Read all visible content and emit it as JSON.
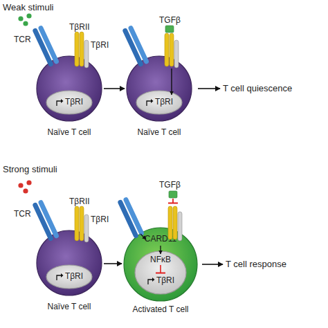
{
  "diagram": {
    "nodes": [
      {
        "text": [
          "Naïve T cell"
        ]
      },
      {
        "text": [
          "TβRI"
        ],
        "in": 0
      },
      {
        "text": [
          "Naïve T cell"
        ]
      },
      {
        "text": [
          "TβRI"
        ],
        "in": 2
      },
      {
        "text": [
          "Naïve T cell"
        ]
      },
      {
        "text": [
          "TβRI"
        ],
        "in": 4
      },
      {
        "text": [
          "CARD11",
          "Activated T cell"
        ]
      },
      {
        "text": [
          "NFκB",
          "TβRI"
        ],
        "in": 6
      }
    ],
    "edges": [
      {
        "from": 0,
        "to": 2,
        "arrow": "to"
      },
      {
        "from": 4,
        "to": 6,
        "arrow": "to"
      }
    ],
    "labels": [
      "Weak stimuli",
      "TCR",
      "TβRII",
      "TβRI",
      "TGFβ",
      "T cell quiescence",
      "Strong stimuli",
      "TCR",
      "TβRII",
      "TβRI",
      "TGFβ",
      "T cell response"
    ]
  }
}
